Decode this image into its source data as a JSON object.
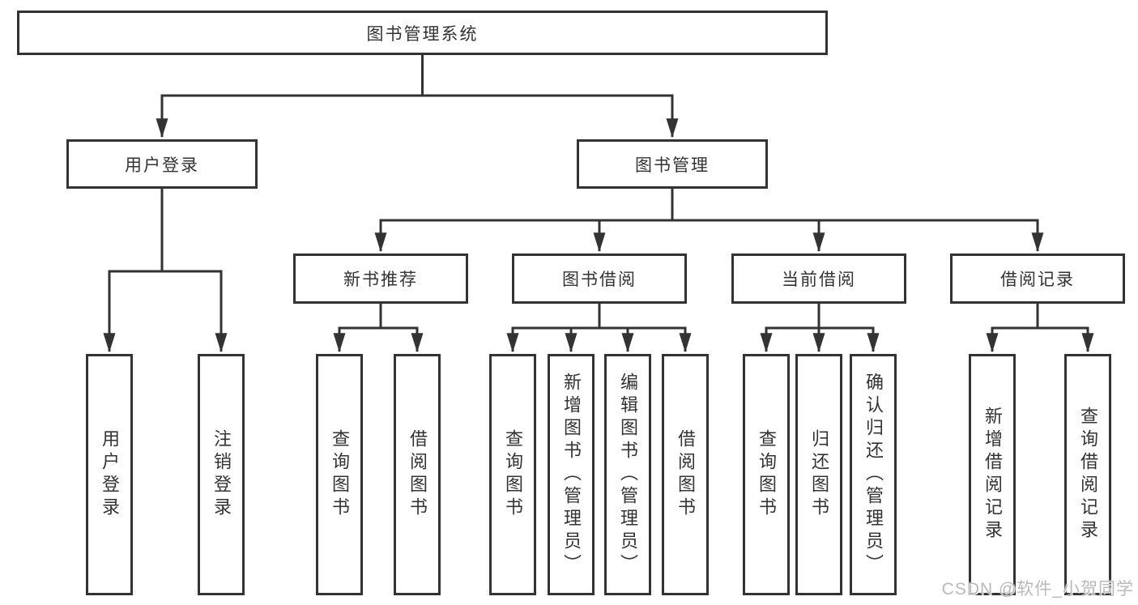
{
  "diagram": {
    "root": {
      "label": "图书管理系统",
      "children": [
        {
          "label": "用户登录",
          "children": [
            {
              "label": "用户登录"
            },
            {
              "label": "注销登录"
            }
          ]
        },
        {
          "label": "图书管理",
          "children": [
            {
              "label": "新书推荐",
              "children": [
                {
                  "label": "查询图书"
                },
                {
                  "label": "借阅图书"
                }
              ]
            },
            {
              "label": "图书借阅",
              "children": [
                {
                  "label": "查询图书"
                },
                {
                  "label": "新增图书（管理员）"
                },
                {
                  "label": "编辑图书（管理员）"
                },
                {
                  "label": "借阅图书"
                }
              ]
            },
            {
              "label": "当前借阅",
              "children": [
                {
                  "label": "查询图书"
                },
                {
                  "label": "归还图书"
                },
                {
                  "label": "确认归还（管理员）"
                }
              ]
            },
            {
              "label": "借阅记录",
              "children": [
                {
                  "label": "新增借阅记录"
                },
                {
                  "label": "查询借阅记录"
                }
              ]
            }
          ]
        }
      ]
    },
    "line_color": "#333333",
    "background_color": "#ffffff"
  },
  "watermark": {
    "text": "CSDN @软件_小贺同学"
  }
}
